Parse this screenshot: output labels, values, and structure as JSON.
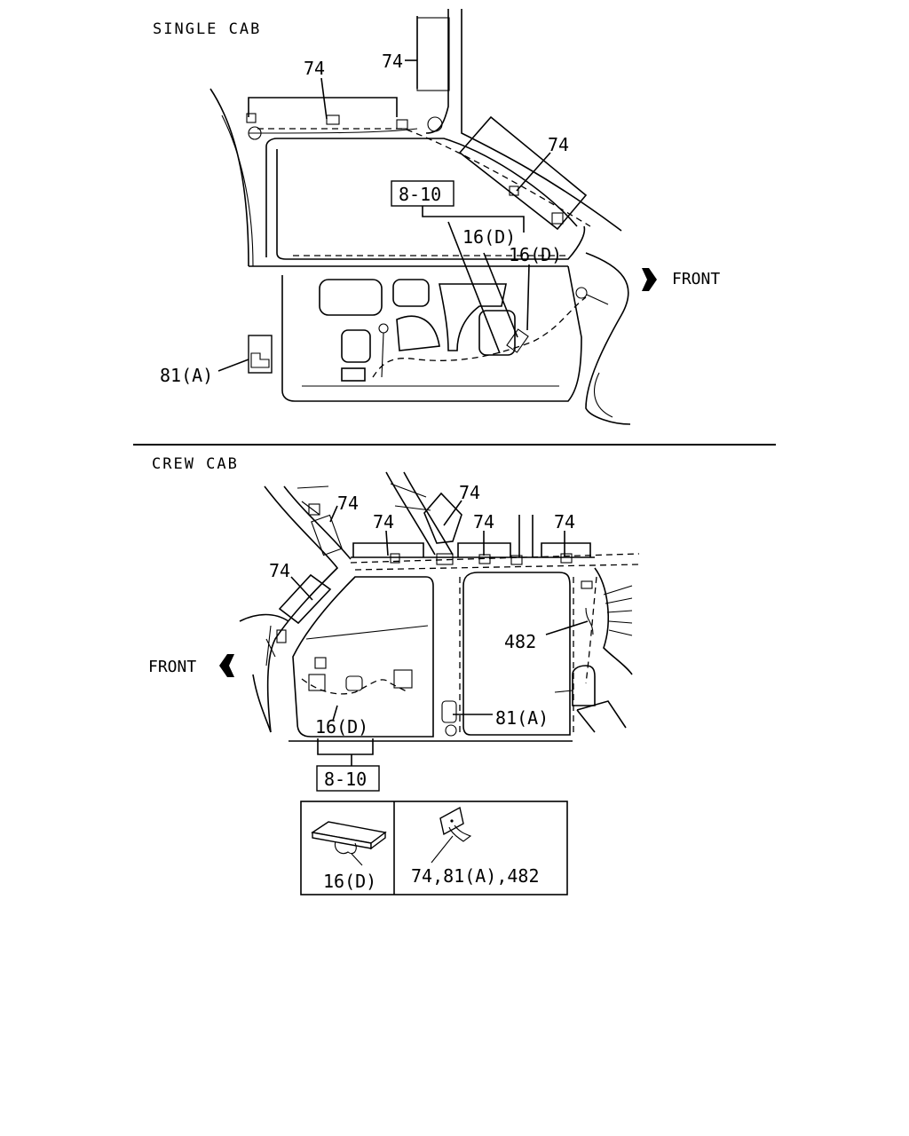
{
  "single_cab": {
    "title": "SINGLE CAB",
    "front_label": "FRONT",
    "callouts": {
      "c74_a": "74",
      "c74_b": "74",
      "c74_c": "74",
      "ref_box": "8-10",
      "c16d_a": "16(D)",
      "c16d_b": "16(D)",
      "c81a": "81(A)"
    }
  },
  "crew_cab": {
    "title": "CREW CAB",
    "front_label": "FRONT",
    "callouts": {
      "c74_a": "74",
      "c74_b": "74",
      "c74_c": "74",
      "c74_d": "74",
      "c74_e": "74",
      "c74_f": "74",
      "c482": "482",
      "c81a": "81(A)",
      "c16d": "16(D)",
      "ref_box": "8-10"
    }
  },
  "legend": {
    "left_label": "16(D)",
    "right_label": "74,81(A),482"
  }
}
